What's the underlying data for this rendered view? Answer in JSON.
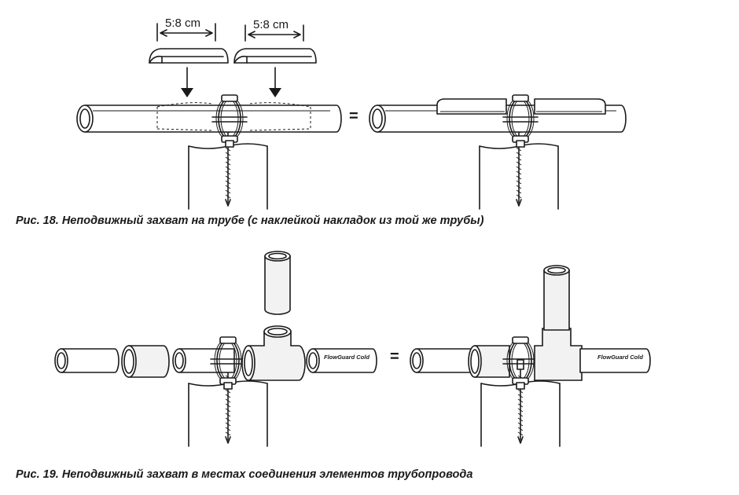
{
  "figure18": {
    "caption": "Рис. 18. Неподвижный захват на трубе (с наклейкой накладок из той же трубы)",
    "dim_label_left": "5:8 cm",
    "dim_label_right": "5:8 cm",
    "equals_sign": "="
  },
  "figure19": {
    "caption": "Рис. 19. Неподвижный захват в местах соединения элементов трубопровода",
    "equals_sign": "=",
    "pipe_brand_left": "FlowGuard Cold",
    "pipe_brand_right": "FlowGuard Cold"
  }
}
